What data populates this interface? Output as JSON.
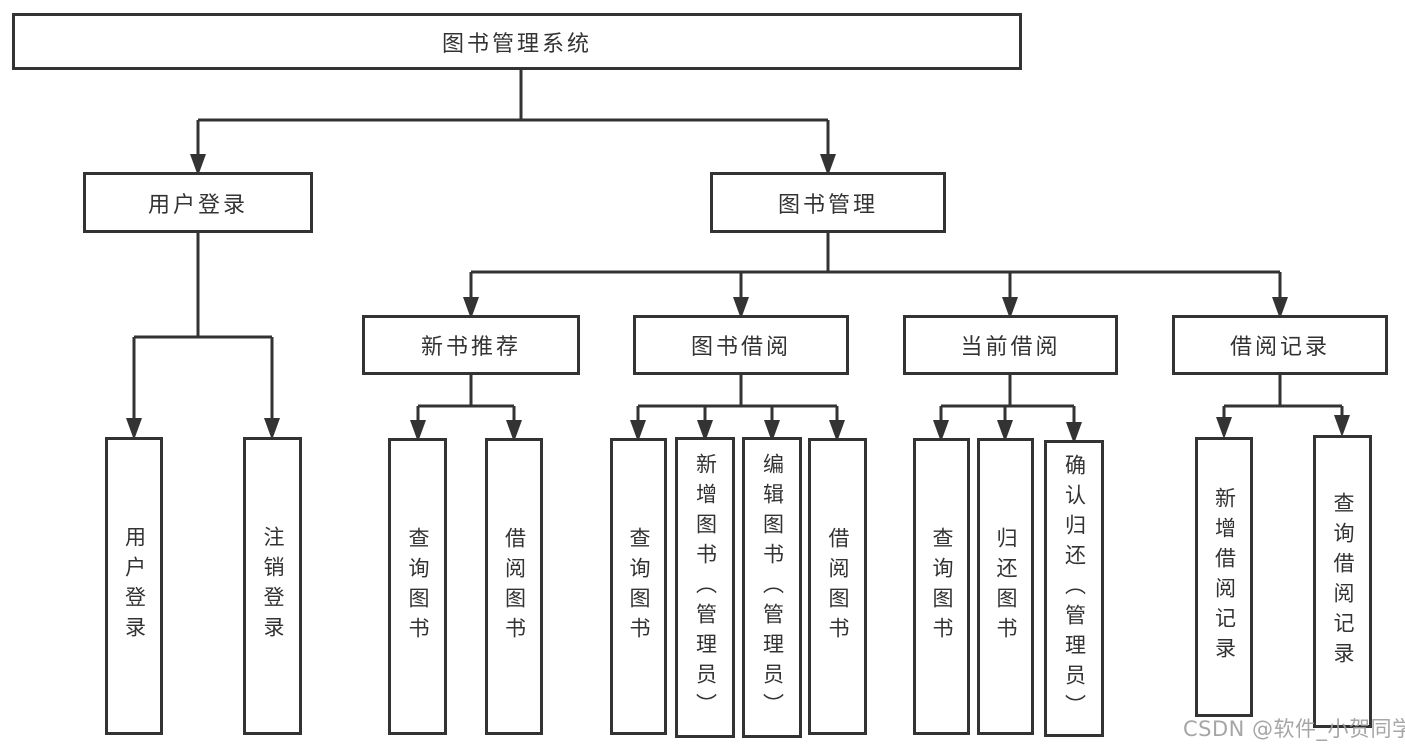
{
  "diagram": {
    "title": "图书管理系统",
    "level2": [
      {
        "label": "用户登录"
      },
      {
        "label": "图书管理"
      }
    ],
    "level3": [
      {
        "label": "新书推荐"
      },
      {
        "label": "图书借阅"
      },
      {
        "label": "当前借阅"
      },
      {
        "label": "借阅记录"
      }
    ],
    "leaves": {
      "user_login": [
        "用户登录",
        "注销登录"
      ],
      "new_book": [
        "查询图书",
        "借阅图书"
      ],
      "book_borrow": [
        "查询图书",
        "新增图书（管理员）",
        "编辑图书（管理员）",
        "借阅图书"
      ],
      "current_borrow": [
        "查询图书",
        "归还图书",
        "确认归还（管理员）"
      ],
      "borrow_record": [
        "新增借阅记录",
        "查询借阅记录"
      ]
    }
  },
  "watermark": "CSDN @软件_小贺同学",
  "colors": {
    "line": "#333333",
    "background": "#ffffff",
    "watermark": "#9e9e9e"
  }
}
